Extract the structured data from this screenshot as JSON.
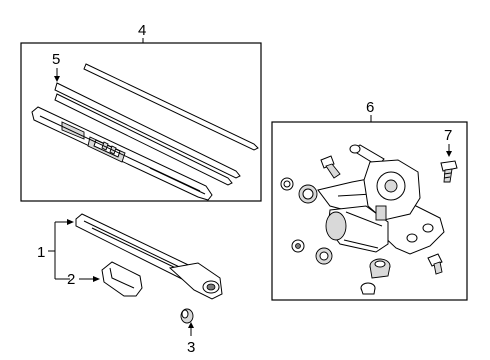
{
  "callouts": {
    "c1": "1",
    "c2": "2",
    "c3": "3",
    "c4": "4",
    "c5": "5",
    "c6": "6",
    "c7": "7"
  },
  "colors": {
    "line": "#000000",
    "background": "#ffffff",
    "part_shading": "#d9d9d9"
  }
}
